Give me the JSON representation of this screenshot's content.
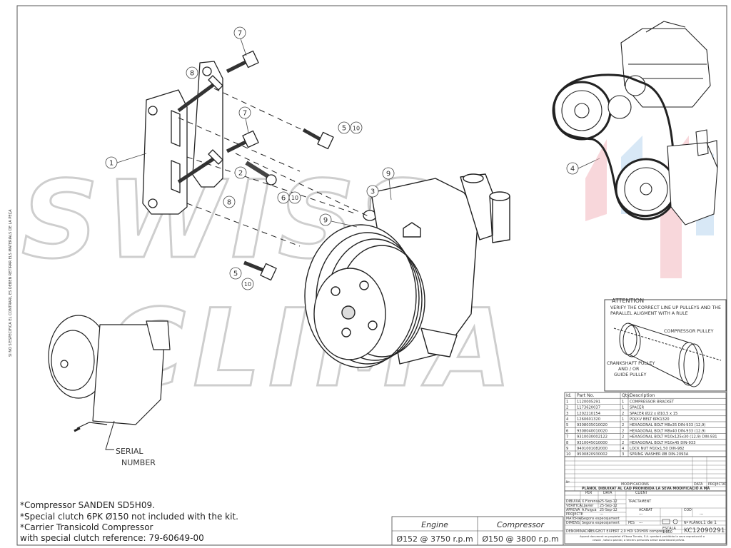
{
  "watermark": {
    "line1": "SWISS",
    "line2": "CLIMA"
  },
  "side_note": "SI NO S'ESPECIFICA EL CONTRARI, ES DEBEN RETIRAR ELS MATERIALS DE LA PEÇA",
  "callouts": {
    "c1": "1",
    "c2": "2",
    "c3": "3",
    "c4": "4",
    "c5a": "5",
    "c5b": "5",
    "c6": "6",
    "c7a": "7",
    "c7b": "7",
    "c8a": "8",
    "c8b": "8",
    "c9a": "9",
    "c9b": "9",
    "c10a": "10",
    "c10b": "10",
    "c10c": "10"
  },
  "serial_label": [
    "SERIAL",
    "NUMBER"
  ],
  "attention": {
    "title": "ATTENTION",
    "line1": "VERIFY THE CORRECT LINE UP PULLEYS AND THE",
    "line2": "PARALLEL ALIGMENT WITH A RULE",
    "compressor_pulley": "COMPRESSOR PULLEY",
    "crank1": "CRANKSHAFT PULLEY",
    "crank2": "AND / OR",
    "crank3": "GUIDE PULLEY"
  },
  "parts_table": {
    "headers": [
      "Id.",
      "Part No.",
      "Qty.",
      "Description"
    ],
    "rows": [
      [
        "1",
        "1120005291",
        "1",
        "COMPRESSOR BRACKET"
      ],
      [
        "2",
        "1173620037",
        "1",
        "SPACER"
      ],
      [
        "3",
        "1202210154",
        "2",
        "SPACER Ø22 x Ø10,5 x 15"
      ],
      [
        "4",
        "1260601320",
        "1",
        "POLY-V BELT 6PK1320"
      ],
      [
        "5",
        "9308035010020",
        "2",
        "HEXAGONAL BOLT M8x35 DIN-933  (12,9)"
      ],
      [
        "6",
        "9308040010020",
        "2",
        "HEXAGONAL BOLT M8x40 DIN-933  (12,9)"
      ],
      [
        "7",
        "9310030002122",
        "2",
        "HEXAGONAL BOLT M10x125x30 (12,9) DIN-931"
      ],
      [
        "8",
        "9310045010000",
        "2",
        "HEXAGONAL BOLT M10x45 DIN-933"
      ],
      [
        "9",
        "9401001082000",
        "4",
        "LOCK NUT M10x1,50 DIN-982"
      ],
      [
        "10",
        "9500820930002",
        "3",
        "SPRING WASHER Ø8 DIN-2093A"
      ]
    ]
  },
  "title_block": {
    "mod_header": "MODIFICACIONS",
    "prohibition": "PLÀNOL DIBUIXAT AL CAD PROHIBIDA LA SEVA MODIFICACIÓ A MÀ",
    "data": "DATA",
    "projectat": "PROJECTAT",
    "per": "PER",
    "data2": "DATA",
    "client": "CLIENT",
    "dibuixa": "DIBUIXA",
    "dibuixa_who": "X.Florensa",
    "dibuixa_date": "25-Sep-12",
    "verifica": "VERIFICA",
    "verifica_who": "J.Javier",
    "verifica_date": "25-Sep-12",
    "tractament": "TRACTAMENT",
    "aprova": "APROVA",
    "aprova_who": "A.Puigcà",
    "aprova_date": "25-Sep-12",
    "projecte": "PROJECTE",
    "acabat": "ACABAT",
    "cod": "COD",
    "material": "MATERIAL",
    "material_val": "Segons especejament",
    "dimens": "DIMENS.",
    "dimens_val": "Segons especejament",
    "pes": "PES",
    "dash": "---",
    "denominacio": "DENOMINACIÓ",
    "denominacio_val": "PEUGEOT EXPERT 2,0 HDI SD5H09 compressor",
    "escala": "ESCALA",
    "escala_val": "1:000",
    "n_planol": "Nº PLÀNOL",
    "sheet": "1 de 1",
    "drawing_no": "KC12090291",
    "footer1": "Aquest document es propietat d'Ekosa Tarrats, S.A. quedant prohibida la seva reproducció o",
    "footer2": "cessió , total o parcial, a tercers persones sense autorització prèvia."
  },
  "notes": [
    "*Compressor SANDEN SD5H09.",
    "*Special clutch 6PK Ø150 not included with the kit.",
    "*Carrier Transicold Compressor",
    "with special clutch reference: 79-60649-00"
  ],
  "pulley_table": {
    "engine_label": "Engine",
    "compressor_label": "Compressor",
    "engine_value": "Ø152 @ 3750 r.p.m",
    "compressor_value": "Ø150 @ 3800 r.p.m"
  }
}
